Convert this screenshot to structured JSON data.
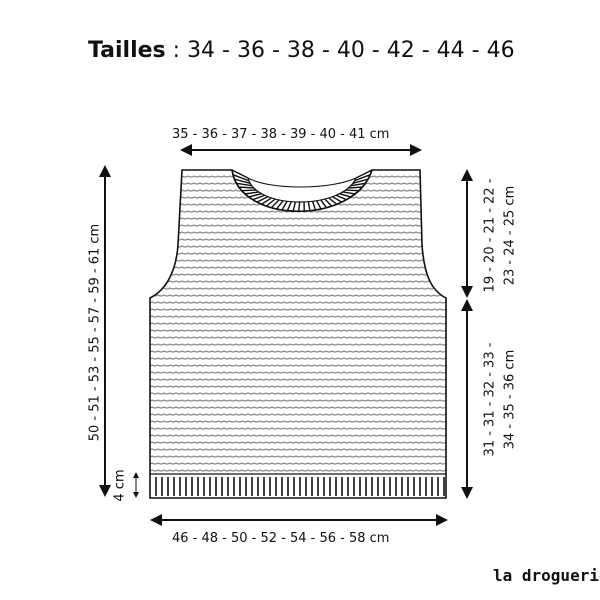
{
  "header": {
    "sizes_label": "Tailles",
    "separator": " : ",
    "sizes": "34 - 36 - 38 - 40 - 42 - 44 - 46"
  },
  "measurements": {
    "top_width": "35 - 36 - 37 - 38 - 39 - 40 - 41 cm",
    "bottom_width": "46 - 48 - 50 - 52 - 54 - 56 - 58 cm",
    "total_height": "50 - 51 - 53 - 55 - 57 - 59 - 61 cm",
    "rib_height": "4 cm",
    "armhole_line1": "19 - 20 - 21 - 22 -",
    "armhole_line2": "23 - 24 - 25 cm",
    "body_line1": "31 - 31 - 32 - 33 -",
    "body_line2": "34 - 35 - 36 cm"
  },
  "brand": {
    "name": "la droguerie"
  },
  "colors": {
    "ink": "#111111",
    "stripe": "#8a8a8a",
    "background": "#ffffff"
  }
}
